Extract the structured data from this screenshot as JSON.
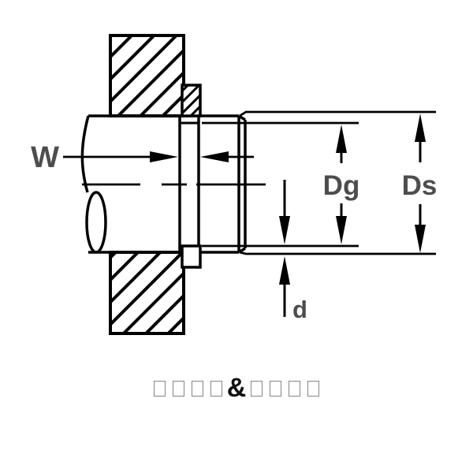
{
  "drawing": {
    "type": "retaining-ring-groove-cross-section",
    "dimension_labels": {
      "groove_width": "W",
      "groove_diameter": "Dg",
      "shaft_diameter": "Ds",
      "groove_depth": "d"
    },
    "colors": {
      "line": "#000000",
      "label": "#4d4d4f"
    }
  },
  "caption": {
    "left_missing_glyph_count": 4,
    "separator": "&",
    "right_missing_glyph_count": 4,
    "box_color": "#858585"
  }
}
